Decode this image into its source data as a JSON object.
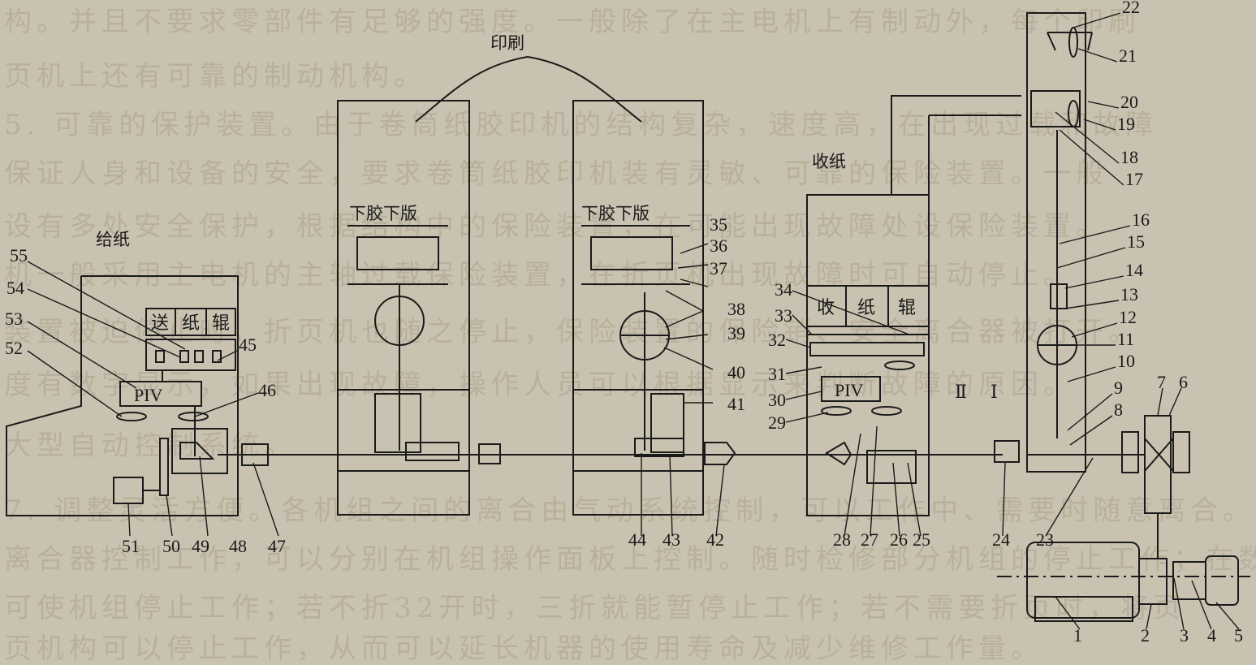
{
  "background_text": [
    "构。并且不要求零部件有足够的强度。一般除了在主电机上有制动外，每个印刷",
    "页机上还有可靠的制动机构。",
    "5. 可靠的保护装置。由于卷筒纸胶印机的结构复杂，速度高，在出现过载和故障",
    "保证人身和设备的安全，要求卷筒纸胶印机装有灵敏、可靠的保险装置。一般",
    "设有多处安全保护，根据结构中的保险装置，在可能出现故障处设保险装置。",
    "机一般采用主电机的主轴过载保险装置，在折页机出现故障时可自动停止。",
    "装置被迫停止时，折页机也随之停止，保险装置的保险销、安全离合器被打开。",
    "度有数字显示，如果出现故障，操作人员可以根据显示来判断故障的原因。",
    "大型自动控制系统。",
    "7. 调整灵活方便。各机组之间的离合由气动系统控制，可以工作中、需要时随意离合。",
    "离合器控制工作，可以分别在机组操作面板上控制。随时检修部分机组的停止工作；在数字",
    "可使机组停止工作；若不折32开时，三折就能暂停止工作；若不需要折页时，将页",
    "页机构可以停止工作，从而可以延长机器的使用寿命及减少维修工作量。"
  ],
  "section_labels": {
    "printing": "印刷",
    "feeding": "给纸",
    "delivery": "收纸",
    "blanket_plate_1": "下胶下版",
    "blanket_plate_2": "下胶下版",
    "feed_roller": [
      "送",
      "纸",
      "辊"
    ],
    "delivery_roller": [
      "收",
      "纸",
      "辊"
    ],
    "piv_1": "PIV",
    "piv_2": "PIV",
    "shaft_II": "Ⅱ",
    "shaft_I": "Ⅰ"
  },
  "callouts": {
    "n1": "1",
    "n2": "2",
    "n3": "3",
    "n4": "4",
    "n5": "5",
    "n6": "6",
    "n7": "7",
    "n8": "8",
    "n9": "9",
    "n10": "10",
    "n11": "11",
    "n12": "12",
    "n13": "13",
    "n14": "14",
    "n15": "15",
    "n16": "16",
    "n17": "17",
    "n18": "18",
    "n19": "19",
    "n20": "20",
    "n21": "21",
    "n22": "22",
    "n23": "23",
    "n24": "24",
    "n25": "25",
    "n26": "26",
    "n27": "27",
    "n28": "28",
    "n29": "29",
    "n30": "30",
    "n31": "31",
    "n32": "32",
    "n33": "33",
    "n34": "34",
    "n35": "35",
    "n36": "36",
    "n37": "37",
    "n38": "38",
    "n39": "39",
    "n40": "40",
    "n41": "41",
    "n42": "42",
    "n43": "43",
    "n44": "44",
    "n45": "45",
    "n46": "46",
    "n47": "47",
    "n48": "48",
    "n49": "49",
    "n50": "50",
    "n51": "51",
    "n52": "52",
    "n53": "53",
    "n54": "54",
    "n55": "55"
  },
  "colors": {
    "background": "#c9c2b1",
    "ink": "#1a1a1a",
    "faded_text": "#b9b09c"
  }
}
